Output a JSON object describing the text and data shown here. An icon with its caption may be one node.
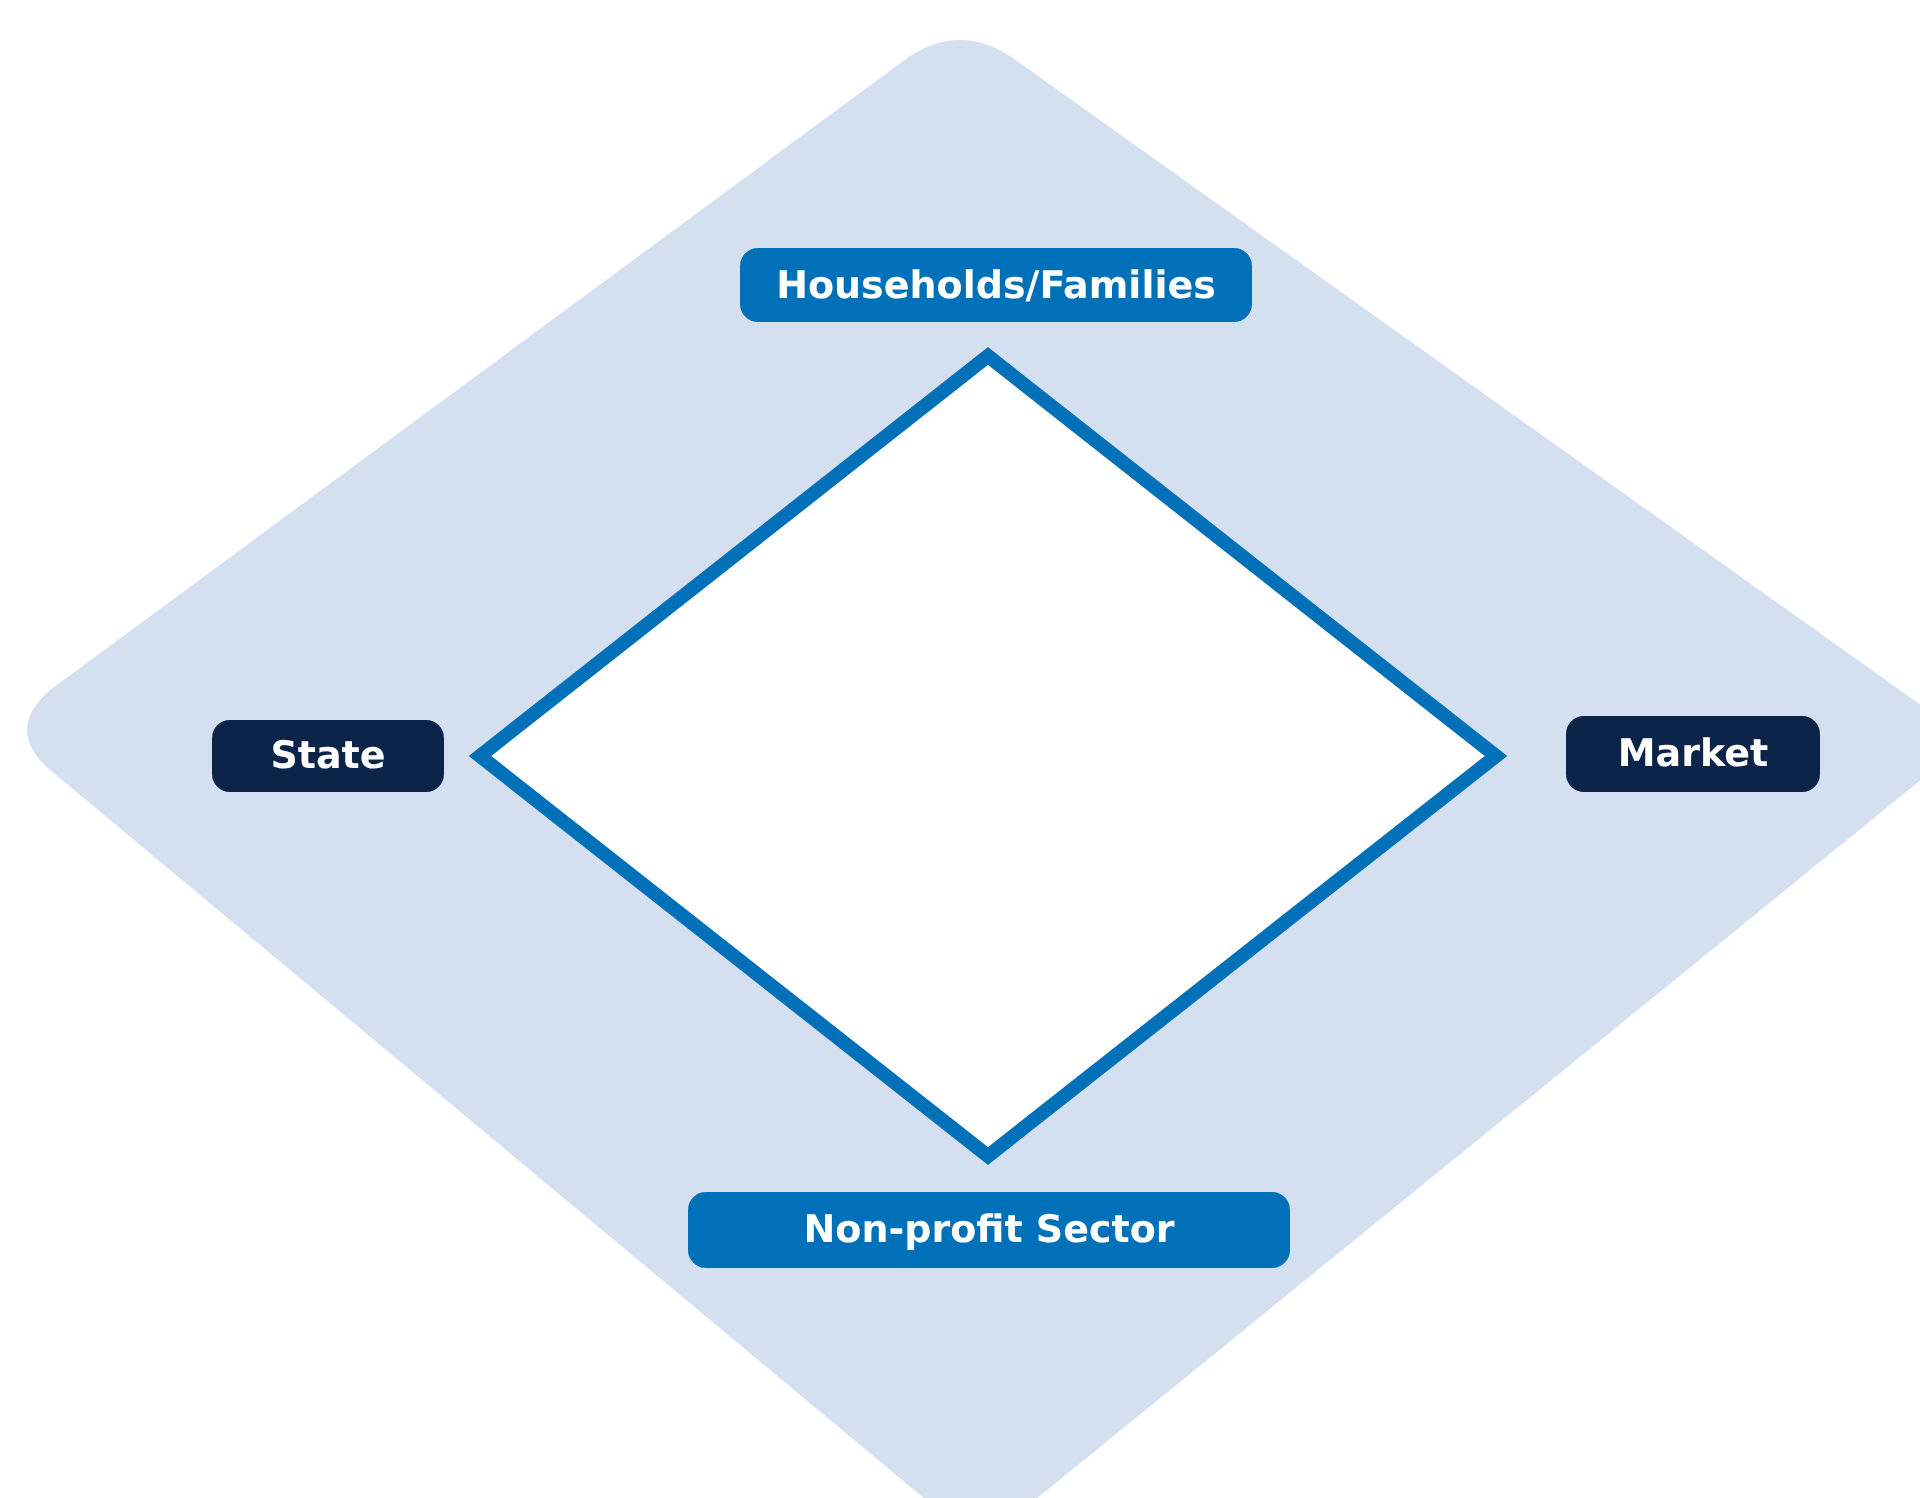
{
  "diagram": {
    "nodes": [
      {
        "text": [],
        "shape": "diamond"
      },
      {
        "text": [
          "Households/Families"
        ],
        "in": 0
      },
      {
        "text": [
          "State"
        ],
        "in": 0
      },
      {
        "text": [],
        "shape": "diamond",
        "in": 0
      },
      {
        "text": [
          "Market"
        ],
        "in": 0
      },
      {
        "text": [
          "Non-profit Sector"
        ],
        "in": 0
      }
    ]
  }
}
